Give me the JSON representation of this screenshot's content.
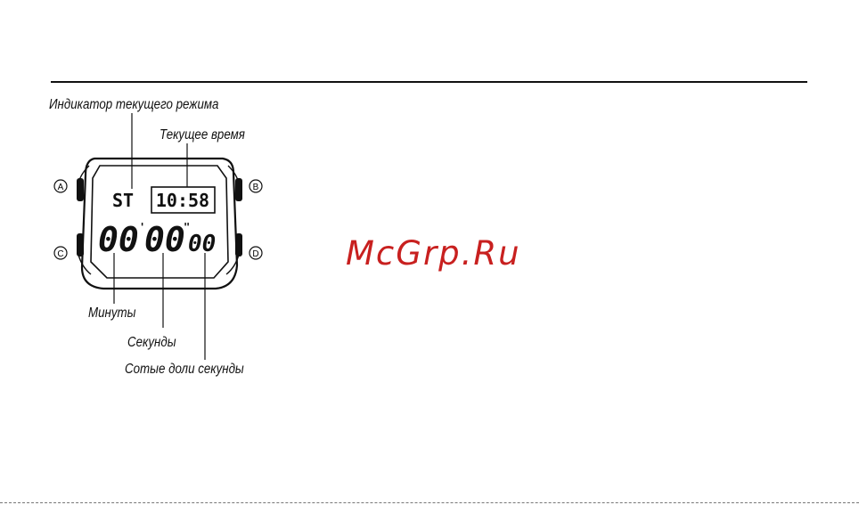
{
  "labels": {
    "mode_indicator": "Индикатор текущего режима",
    "current_time": "Текущее время",
    "minutes": "Минуты",
    "seconds": "Секунды",
    "hundredths": "Сотые доли секунды"
  },
  "buttons": {
    "a": "A",
    "b": "B",
    "c": "C",
    "d": "D"
  },
  "display": {
    "mode": "ST",
    "time": "10:58",
    "minutes": "00",
    "seconds": "00",
    "hundredths": "00"
  },
  "watermark": "McGrp.Ru",
  "colors": {
    "ink": "#111111",
    "watermark": "#c8201f"
  }
}
